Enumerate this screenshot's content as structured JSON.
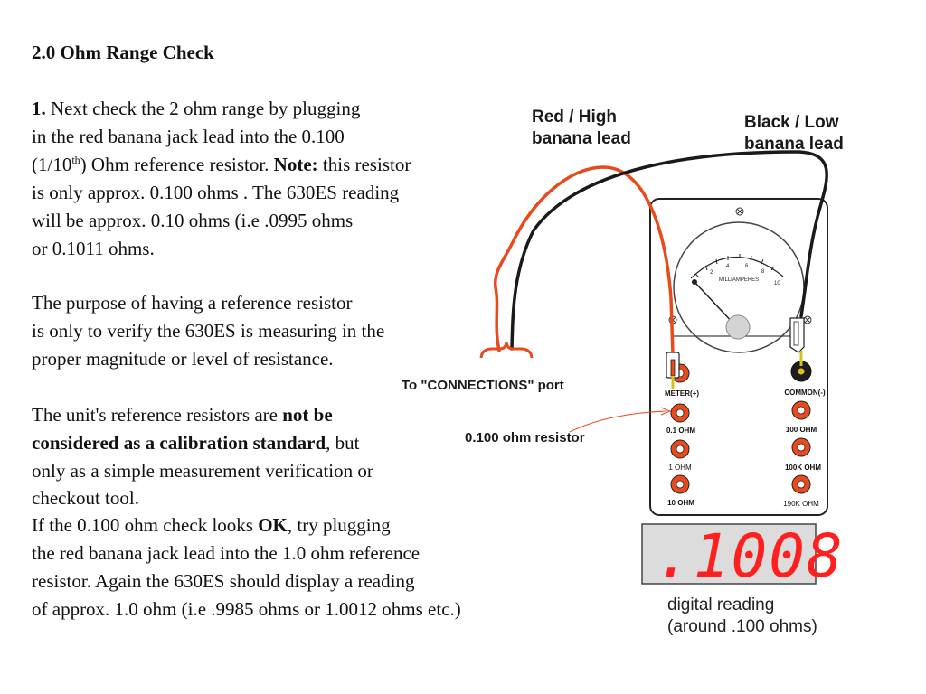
{
  "title": "2.0  Ohm Range Check",
  "step1": {
    "num": "1.",
    "l1": " Next check the 2 ohm range by plugging",
    "l2": "in the red banana jack lead into the 0.100",
    "l3a": " (1/10",
    "l3sup": "th",
    "l3b": ") Ohm reference resistor. ",
    "l3note": "Note:",
    "l3c": " this resistor",
    "l4": "is only approx. 0.100 ohms . The 630ES reading",
    "l5": "will be approx. 0.10 ohms (i.e  .0995  ohms",
    "l6": "or 0.1011 ohms."
  },
  "purpose": {
    "l1": "The purpose of having a reference resistor",
    "l2": "is only to verify the 630ES is measuring in the",
    "l3": "proper magnitude or level of resistance."
  },
  "calibration": {
    "l1a": "The unit's reference resistors are ",
    "l1b": "not be",
    "l2a": "considered as a calibration standard",
    "l2b": ", but",
    "l3": "only as a simple measurement verification or",
    "l4": "checkout tool.",
    "l5a": "If the 0.100 ohm check looks ",
    "l5b": "OK",
    "l5c": ", try plugging",
    "l6": "the red banana jack lead into the 1.0 ohm reference",
    "l7": "resistor. Again the 630ES should display a reading",
    "l8": "of approx. 1.0 ohm (i.e .9985 ohms or 1.0012 ohms etc.)"
  },
  "callouts": {
    "red_lead_1": "Red / High",
    "red_lead_2": "banana lead",
    "black_lead_1": "Black  / Low",
    "black_lead_2": "banana lead",
    "connections": "To \"CONNECTIONS\" port",
    "resistor": "0.100 ohm resistor",
    "digital_1": "digital reading",
    "digital_2": "(around .100 ohms)"
  },
  "device": {
    "meter_scale": [
      "2",
      "4",
      "6",
      "8",
      "10"
    ],
    "meter_unit": "MILLIAMPERES",
    "jacks_left": [
      "METER(+)",
      "0.1 OHM",
      "1 OHM",
      "10 OHM"
    ],
    "jacks_right": [
      "COMMON(-)",
      "100 OHM",
      "100K OHM",
      "190K OHM"
    ],
    "readout": ".1008"
  },
  "colors": {
    "red_lead": "#e8491d",
    "black_lead": "#1a1a1a",
    "jack": "#e8491d",
    "readout": "#ff1f1f"
  }
}
